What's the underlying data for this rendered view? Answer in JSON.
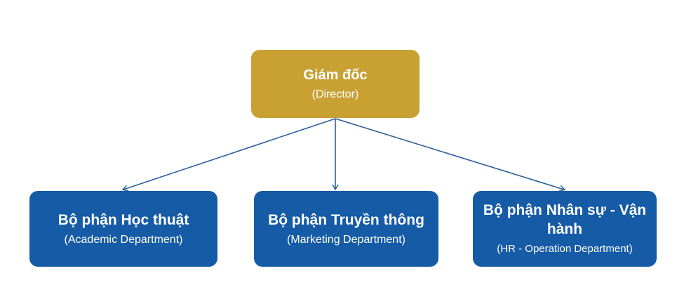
{
  "colors": {
    "director_fill": "#c9a133",
    "department_fill": "#155ba6",
    "connector": "#2c5f98",
    "text": "#ffffff"
  },
  "director": {
    "title": "Giám đốc",
    "subtitle": "(Director)"
  },
  "departments": [
    {
      "title": "Bộ phận Học thuật",
      "subtitle": "(Academic Department)"
    },
    {
      "title": "Bộ phận Truyền thông",
      "subtitle": "(Marketing Department)"
    },
    {
      "title": "Bộ phận Nhân sự - Vận hành",
      "subtitle": "(HR - Operation Department)"
    }
  ]
}
